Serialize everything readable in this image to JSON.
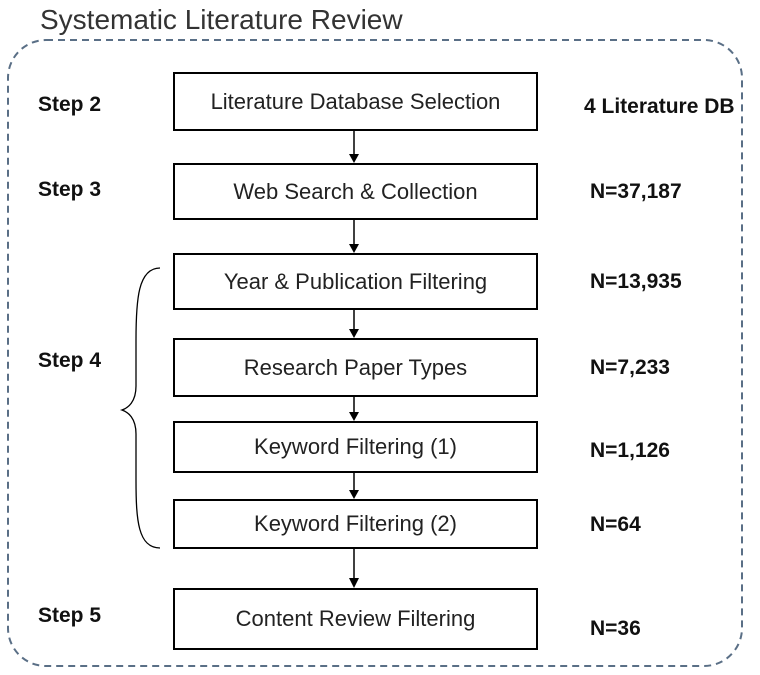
{
  "title": "Systematic Literature Review",
  "steps": [
    {
      "label": "Step 2"
    },
    {
      "label": "Step 3"
    },
    {
      "label": "Step 4"
    },
    {
      "label": "Step 5"
    }
  ],
  "process_boxes": [
    {
      "label": "Literature Database Selection",
      "result": "4 Literature DB"
    },
    {
      "label": "Web Search & Collection",
      "result": "N=37,187"
    },
    {
      "label": "Year & Publication Filtering",
      "result": "N=13,935"
    },
    {
      "label": "Research Paper Types",
      "result": "N=7,233"
    },
    {
      "label": "Keyword Filtering (1)",
      "result": "N=1,126"
    },
    {
      "label": "Keyword Filtering (2)",
      "result": "N=64"
    },
    {
      "label": "Content Review Filtering",
      "result": "N=36"
    }
  ],
  "colors": {
    "frame_border": "#5a6f86",
    "box_border": "#000000",
    "arrow": "#000000",
    "text": "#222222"
  }
}
